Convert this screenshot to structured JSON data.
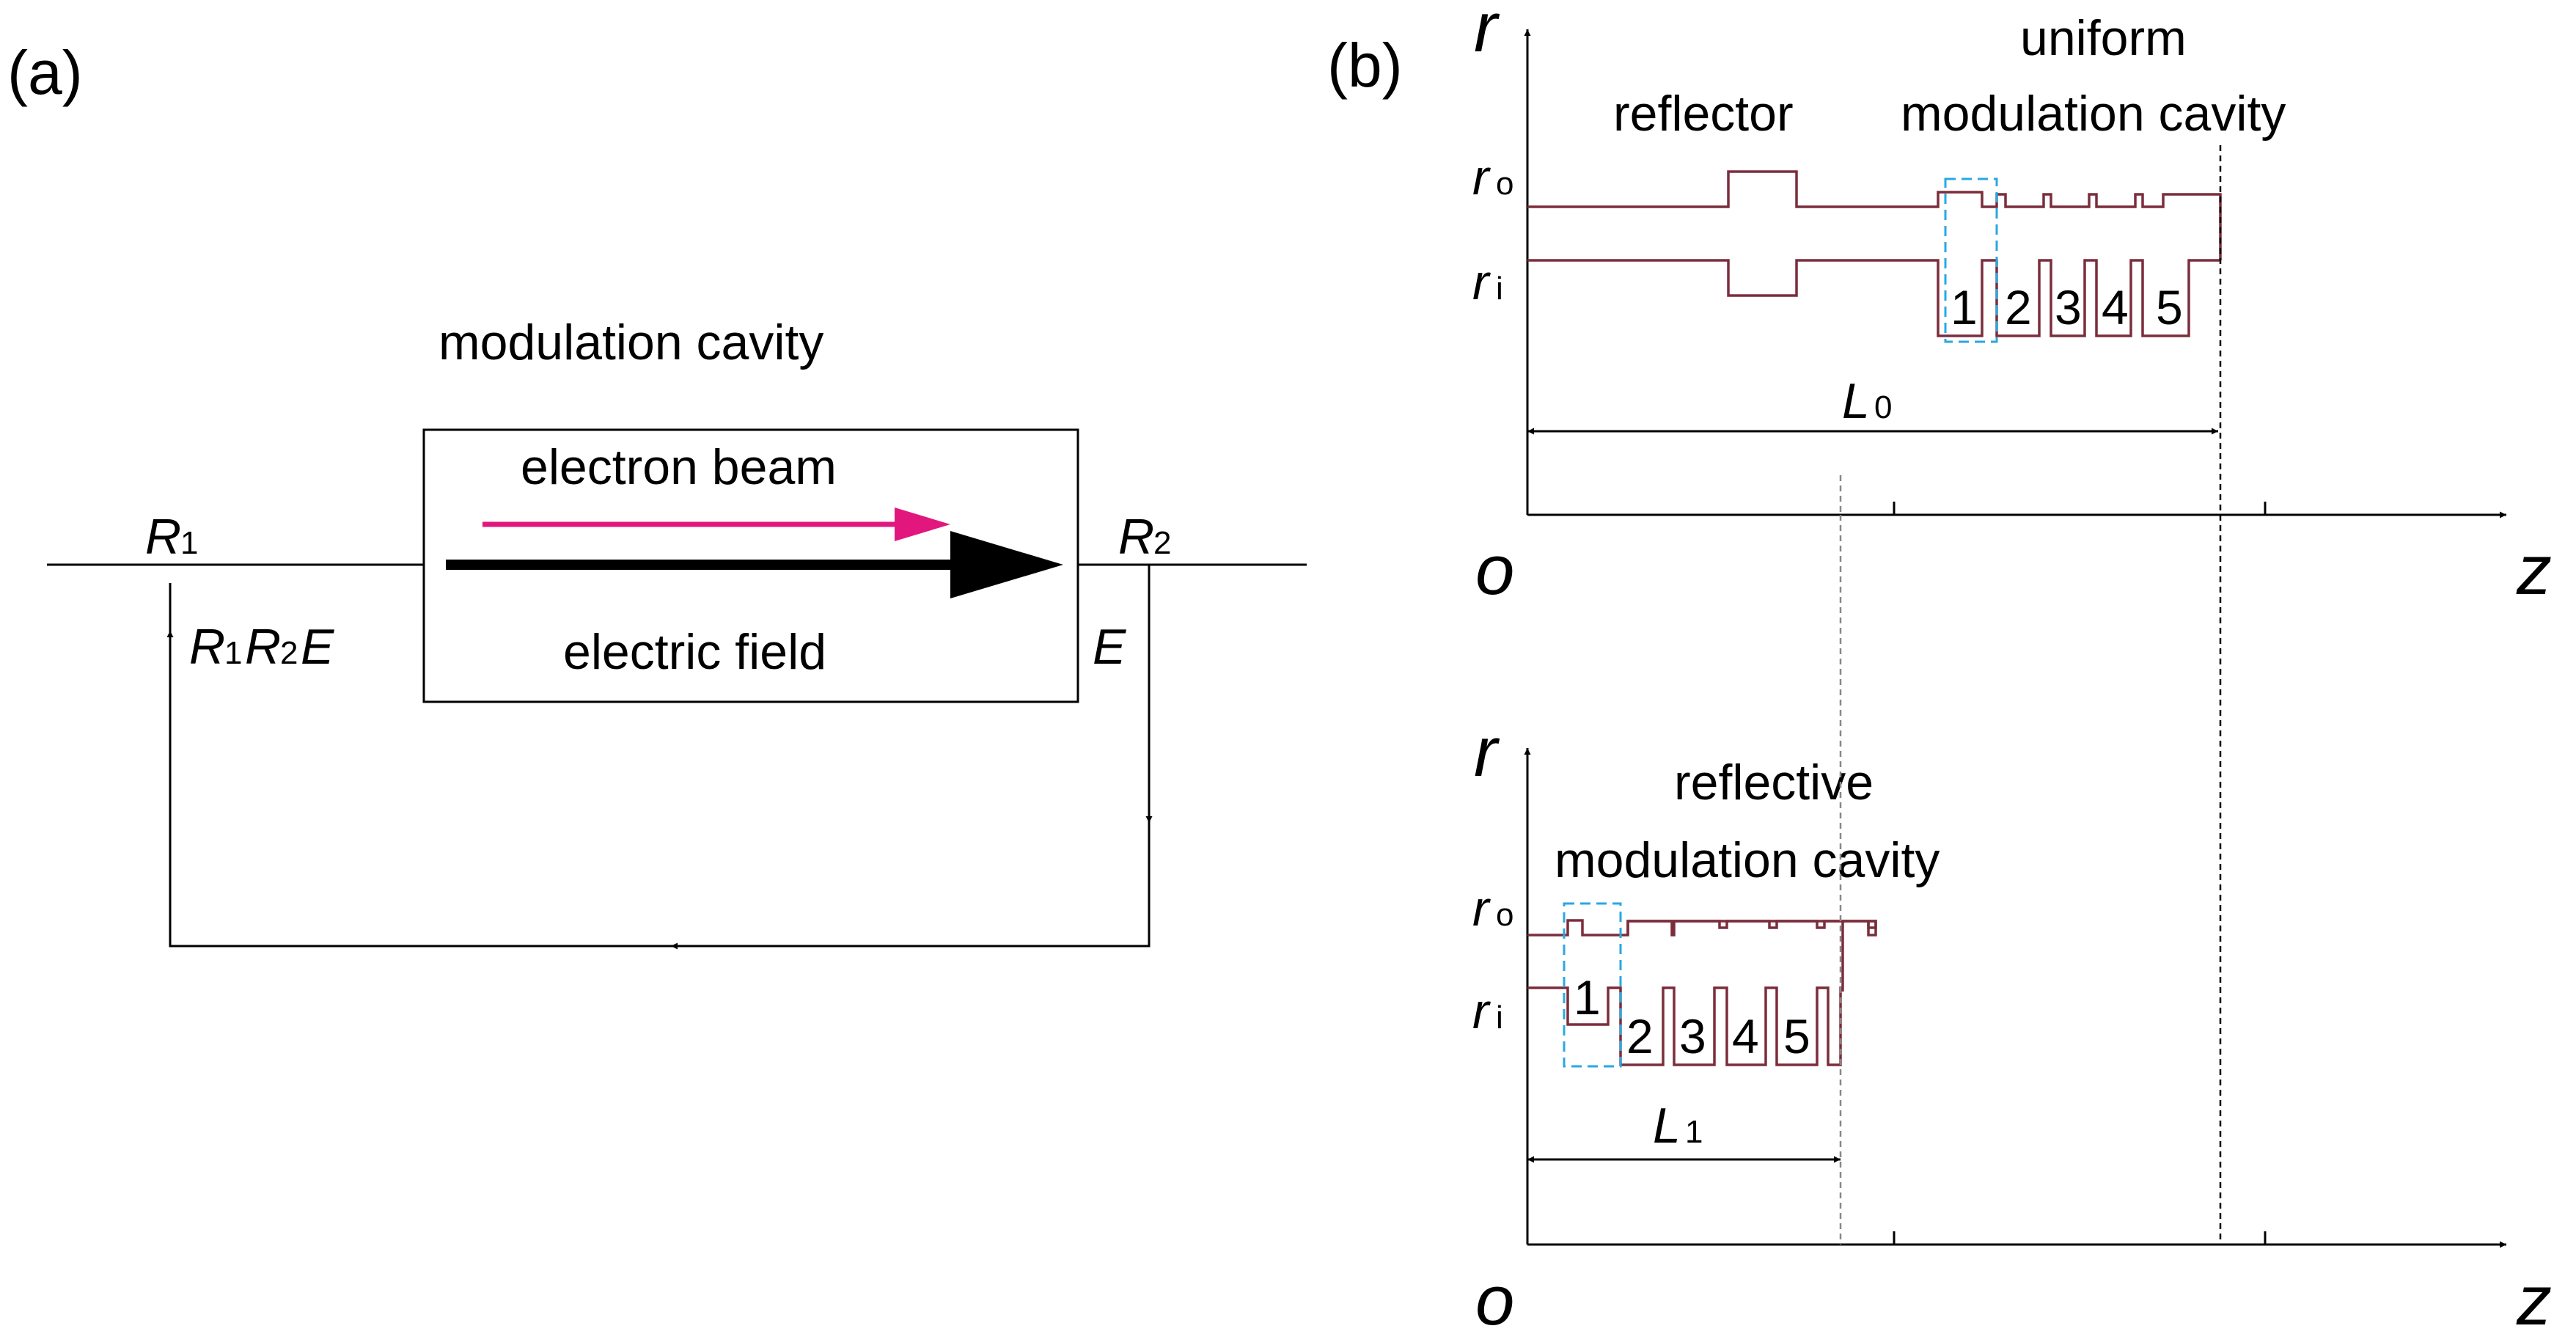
{
  "colors": {
    "wall": "#7b2d3b",
    "beam": "#e2177e",
    "highlight": "#29a8e0",
    "ink": "#000000"
  },
  "panel_a": {
    "label": "(a)",
    "title": "modulation cavity",
    "beam_label": "electron beam",
    "field_label": "electric field",
    "R1": {
      "letter": "R",
      "sub": "1"
    },
    "R2": {
      "letter": "R",
      "sub": "2"
    },
    "feedback": {
      "a": "R",
      "a_sub": "1",
      "b": "R",
      "b_sub": "2",
      "c": "E"
    },
    "E": "E"
  },
  "panel_b": {
    "label": "(b)",
    "top": {
      "axis_r": "r",
      "axis_z": "z",
      "origin": "o",
      "ro": {
        "letter": "r",
        "sub": "o"
      },
      "ri": {
        "letter": "r",
        "sub": "i"
      },
      "reflector_label": "reflector",
      "cavity_label_1": "uniform",
      "cavity_label_2": "modulation cavity",
      "length": {
        "letter": "L",
        "sub": "0"
      },
      "cells": [
        "1",
        "2",
        "3",
        "4",
        "5"
      ]
    },
    "bottom": {
      "axis_r": "r",
      "axis_z": "z",
      "origin": "o",
      "ro": {
        "letter": "r",
        "sub": "o"
      },
      "ri": {
        "letter": "r",
        "sub": "i"
      },
      "cavity_label_1": "reflective",
      "cavity_label_2": "modulation cavity",
      "length": {
        "letter": "L",
        "sub": "1"
      },
      "cells": [
        "1",
        "2",
        "3",
        "4",
        "5"
      ]
    }
  }
}
